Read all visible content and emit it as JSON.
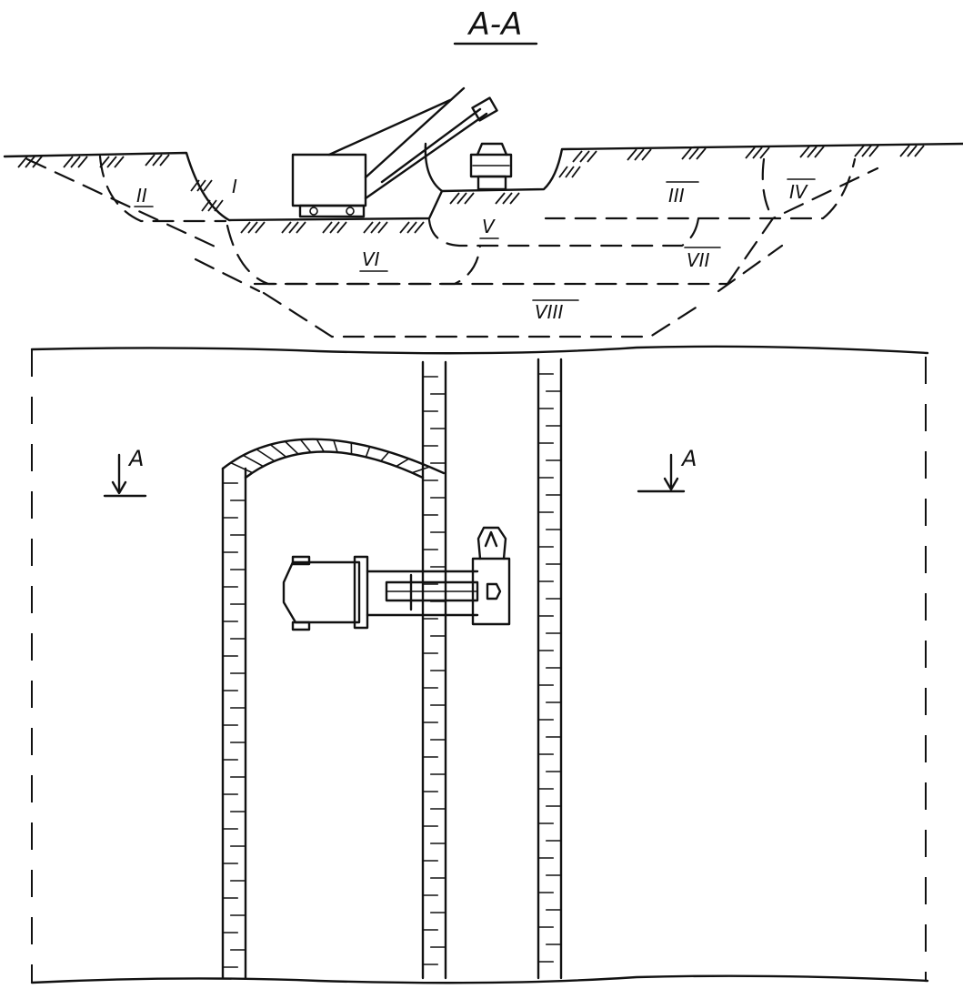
{
  "title": "А-А",
  "zones": {
    "I": "I",
    "II": "II",
    "III": "III",
    "IV": "IV",
    "V": "V",
    "VI": "VI",
    "VII": "VII",
    "VIII": "VIII"
  },
  "section_marks": {
    "left": "А",
    "right": "А"
  }
}
